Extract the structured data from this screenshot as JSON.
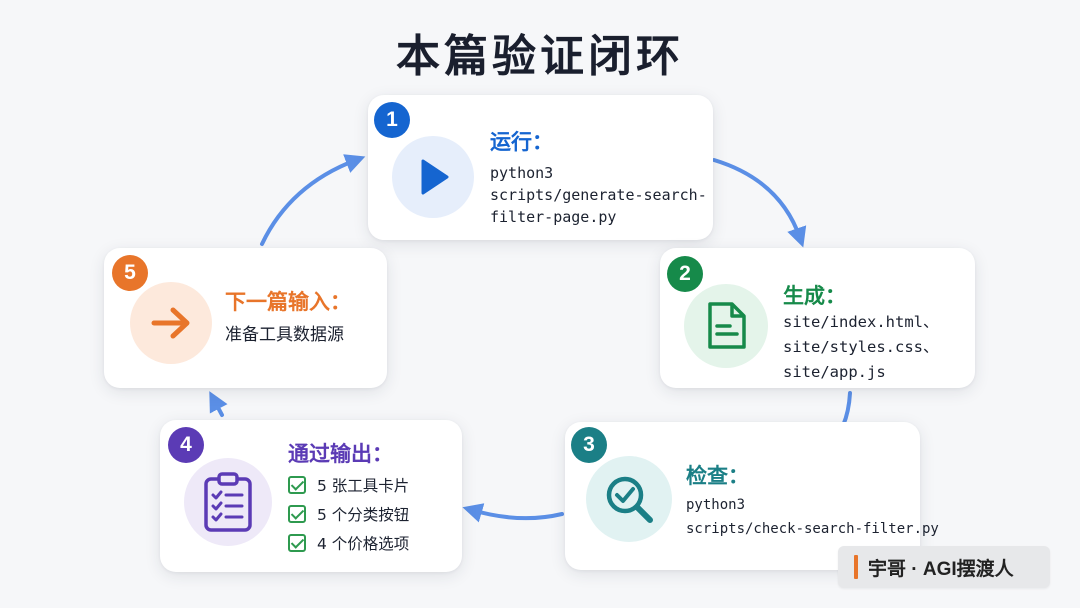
{
  "title": "本篇验证闭环",
  "colors": {
    "step1": "#1565d0",
    "step2": "#168a4a",
    "step3": "#1b7f86",
    "step4": "#5b3bb5",
    "step5": "#e8752a",
    "arrow": "#5b8fe6"
  },
  "steps": [
    {
      "number": "1",
      "heading": "运行：",
      "icon": "play-icon",
      "lines": [
        "python3",
        "scripts/generate-search-",
        "filter-page.py"
      ]
    },
    {
      "number": "2",
      "heading": "生成：",
      "icon": "document-icon",
      "lines": [
        "site/index.html、",
        "site/styles.css、",
        "site/app.js"
      ]
    },
    {
      "number": "3",
      "heading": "检查：",
      "icon": "search-check-icon",
      "lines": [
        "python3",
        "scripts/check-search-filter.py"
      ]
    },
    {
      "number": "4",
      "heading": "通过输出：",
      "icon": "clipboard-checklist-icon",
      "checks": [
        "5 张工具卡片",
        "5 个分类按钮",
        "4 个价格选项"
      ]
    },
    {
      "number": "5",
      "heading": "下一篇输入：",
      "icon": "arrow-right-icon",
      "text": "准备工具数据源"
    }
  ],
  "watermark": "宇哥 · AGI摆渡人"
}
